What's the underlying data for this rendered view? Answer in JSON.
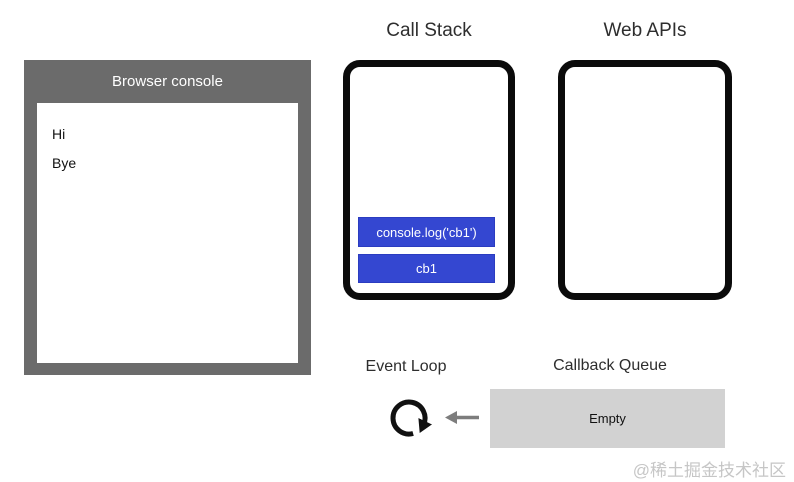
{
  "page": {
    "watermark": "@稀土掘金技术社区",
    "background_color": "#ffffff"
  },
  "browser_console": {
    "title": "Browser console",
    "logs": [
      "Hi",
      "Bye"
    ],
    "frame_color": "#6b6b6b"
  },
  "call_stack": {
    "title": "Call Stack",
    "frames": [
      "console.log('cb1')",
      "cb1"
    ],
    "frame_fill_color": "#3447d1",
    "frame_text_color": "#ffffff",
    "border_color": "#0b0b0b"
  },
  "web_apis": {
    "title": "Web APIs",
    "tasks": []
  },
  "event_loop": {
    "title": "Event Loop",
    "icon": "clockwise-loop-arrow",
    "icon_color": "#111111"
  },
  "callback_queue": {
    "title": "Callback Queue",
    "status": "Empty",
    "box_color": "#d2d2d2"
  },
  "flow_arrow": {
    "direction": "left",
    "color": "#7d7d7d"
  }
}
